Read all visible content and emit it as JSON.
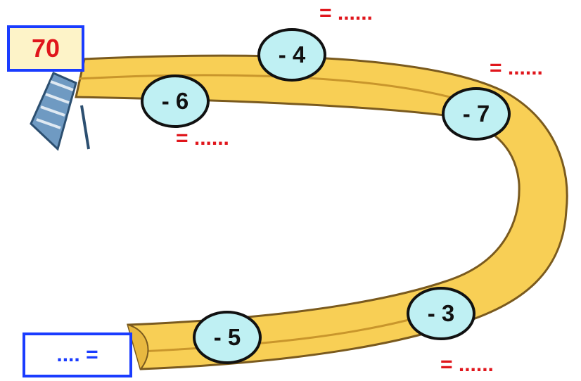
{
  "start_value": "70",
  "end_label": ".... =",
  "operations": {
    "op1": "- 6",
    "op2": "- 4",
    "op3": "- 7",
    "op4": "- 3",
    "op5": "- 5"
  },
  "result_blank": "= ......",
  "colors": {
    "box_border": "#1a3cff",
    "start_text": "#e0161c",
    "end_text": "#1a3cff",
    "bubble_fill": "#bff0f3",
    "result_text": "#e0161c",
    "slide_fill": "#f8cf55"
  }
}
